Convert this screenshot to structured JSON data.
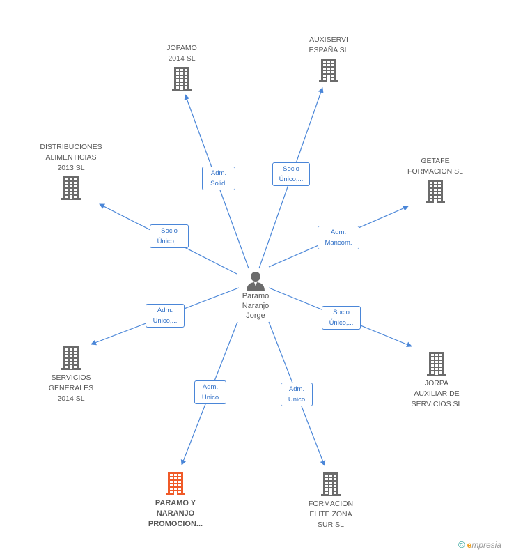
{
  "center": {
    "name": "Paramo\nNaranjo\nJorge",
    "icon": "person-icon"
  },
  "colors": {
    "edge": "#4a86d8",
    "building": "#6b6b6b",
    "main_building": "#f05a28"
  },
  "nodes": [
    {
      "id": "jopamo",
      "name": "JOPAMO\n2014  SL",
      "role": "Adm.\nSolid."
    },
    {
      "id": "auxiservi",
      "name": "AUXISERVI\nESPAÑA  SL",
      "role": "Socio\nÚnico,..."
    },
    {
      "id": "distribuciones",
      "name": "DISTRIBUCIONES\nALIMENTICIAS\n2013 SL",
      "role": "Socio\nÚnico,..."
    },
    {
      "id": "getafe",
      "name": "GETAFE\nFORMACION SL",
      "role": "Adm.\nMancom."
    },
    {
      "id": "servicios",
      "name": "SERVICIOS\nGENERALES\n2014  SL",
      "role": "Adm.\nUnico,..."
    },
    {
      "id": "jorpa",
      "name": "JORPA\nAUXILIAR DE\nSERVICIOS  SL",
      "role": "Socio\nÚnico,..."
    },
    {
      "id": "paramo",
      "name": "PARAMO Y\nNARANJO\nPROMOCION...",
      "role": "Adm.\nUnico"
    },
    {
      "id": "formacion",
      "name": "FORMACION\nELITE ZONA\nSUR  SL",
      "role": "Adm.\nUnico"
    }
  ],
  "footer": {
    "copyright": "©",
    "brand_e": "e",
    "brand_rest": "mpresia"
  }
}
